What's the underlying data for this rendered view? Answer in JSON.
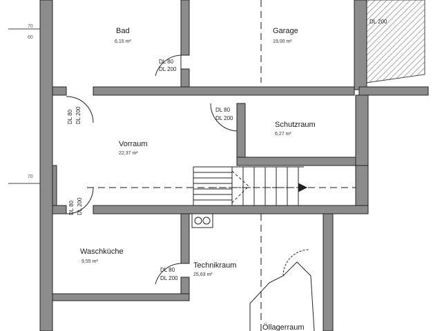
{
  "rooms": {
    "bad": {
      "name": "Bad",
      "area": "6,15 m²"
    },
    "garage": {
      "name": "Garage",
      "area": "19,00 m²"
    },
    "schutzraum": {
      "name": "Schutzraum",
      "area": "6,27 m²"
    },
    "vorraum": {
      "name": "Vorraum",
      "area": "22,37 m²"
    },
    "waschkueche": {
      "name": "Waschküche",
      "area": "9,55 m²"
    },
    "technikraum": {
      "name": "Technikraum",
      "area": "25,63 m²"
    },
    "oellagerraum": {
      "name": "Öllagerraum"
    }
  },
  "doors": {
    "bad": {
      "w": "DL 80",
      "h": "DL 200"
    },
    "schutzraum": {
      "w": "DL 80",
      "h": "DL 200"
    },
    "technikraum": {
      "w": "DL 80",
      "h": "DL 200"
    },
    "left_upper": {
      "w": "DL 80",
      "h": "DL 200"
    },
    "left_lower": {
      "w": "DL 80",
      "h": "DL 200"
    },
    "garage_right": {
      "w": "DL 200"
    }
  },
  "side_labels": {
    "left_top_1": "70",
    "left_top_2": "60",
    "left_mid": "70"
  },
  "colors": {
    "wall": "#8c8c8c",
    "line": "#1a1a1a",
    "paper": "#ffffff"
  }
}
